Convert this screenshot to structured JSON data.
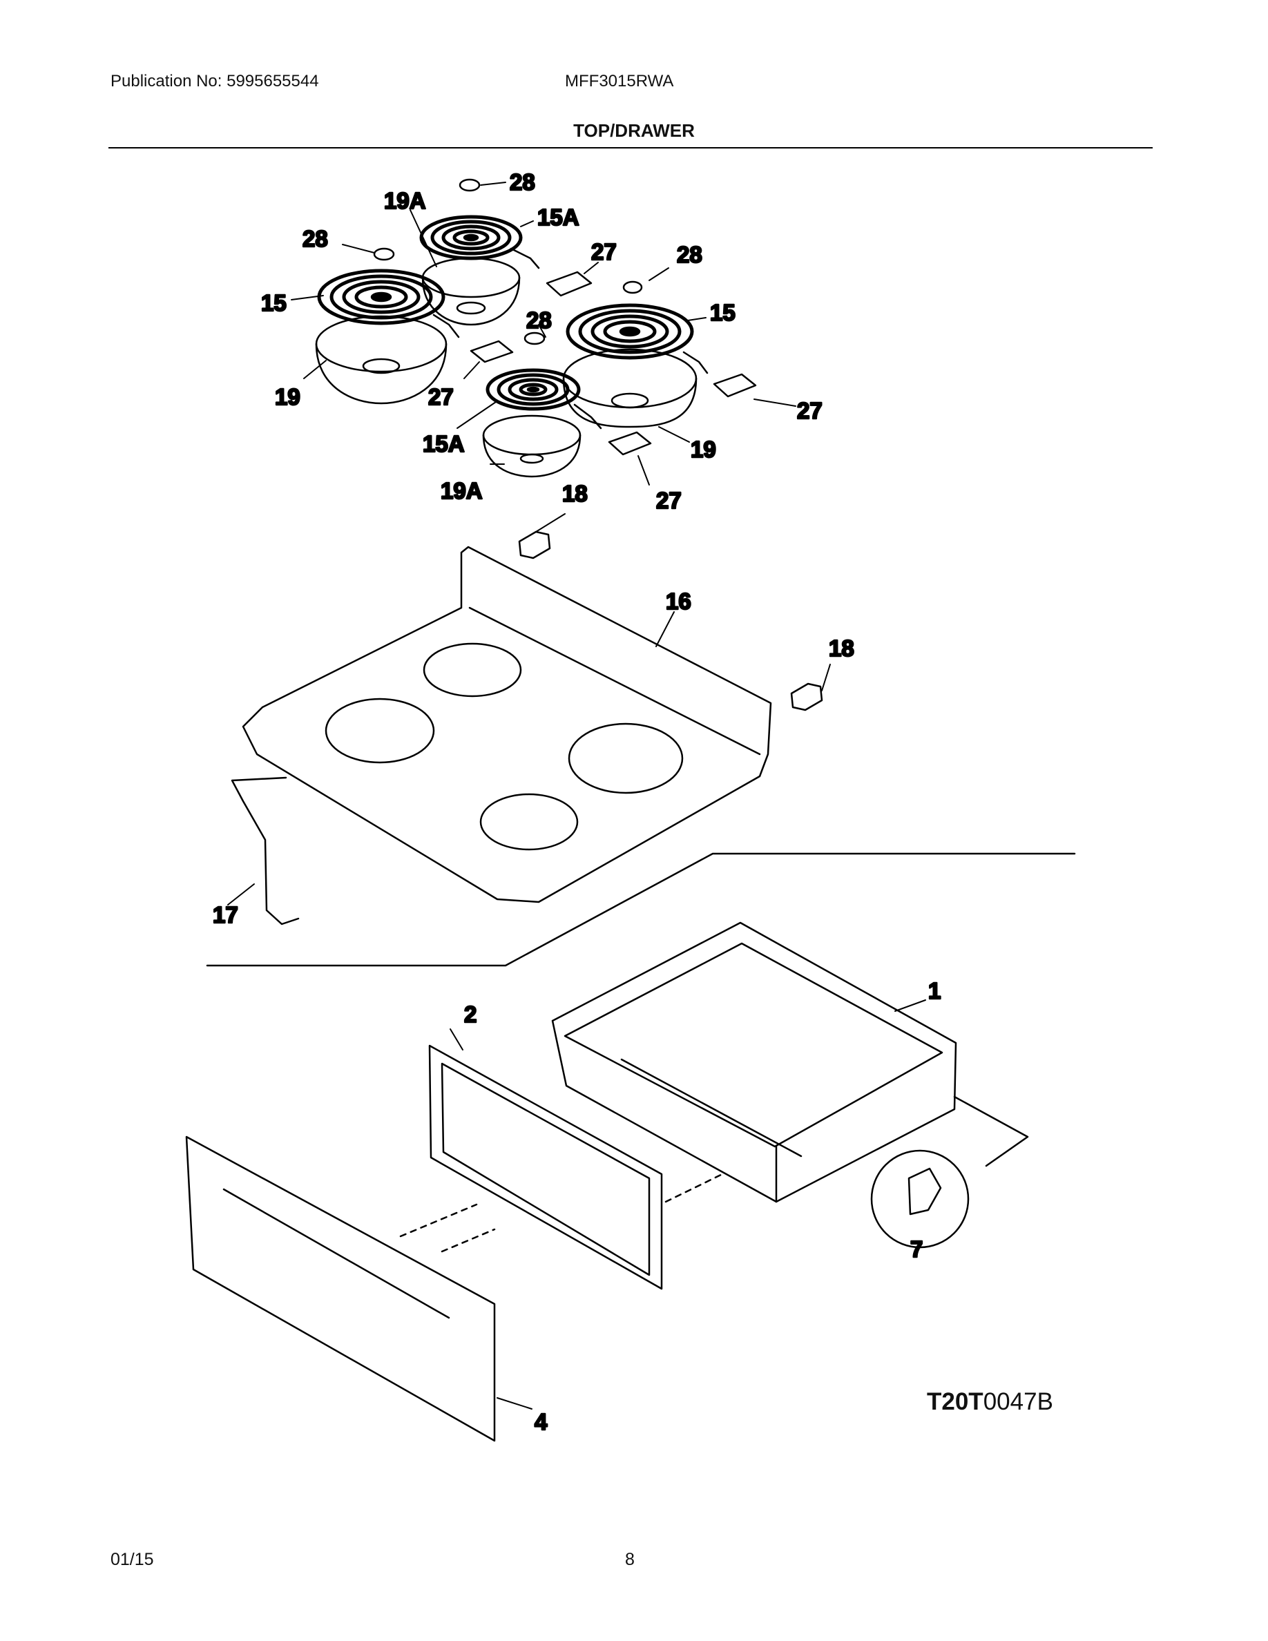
{
  "header": {
    "publication": "Publication No: 5995655544",
    "model": "MFF3015RWA",
    "section_title": "TOP/DRAWER"
  },
  "diagram": {
    "callouts": {
      "c28a": "28",
      "c19a_top": "19A",
      "c15a_top": "15A",
      "c28b": "28",
      "c27a": "27",
      "c28c": "28",
      "c15_left": "15",
      "c15_right": "15",
      "c28d": "28",
      "c19_left": "19",
      "c27b": "27",
      "c27c": "27",
      "c15a_bottom": "15A",
      "c19_right": "19",
      "c19a_bottom": "19A",
      "c18a": "18",
      "c27d": "27",
      "c16": "16",
      "c18b": "18",
      "c17": "17",
      "c1": "1",
      "c2": "2",
      "c7": "7",
      "c4": "4"
    },
    "figure_code_bold": "T20T",
    "figure_code_rest": "0047B"
  },
  "footer": {
    "date": "01/15",
    "page_number": "8"
  }
}
